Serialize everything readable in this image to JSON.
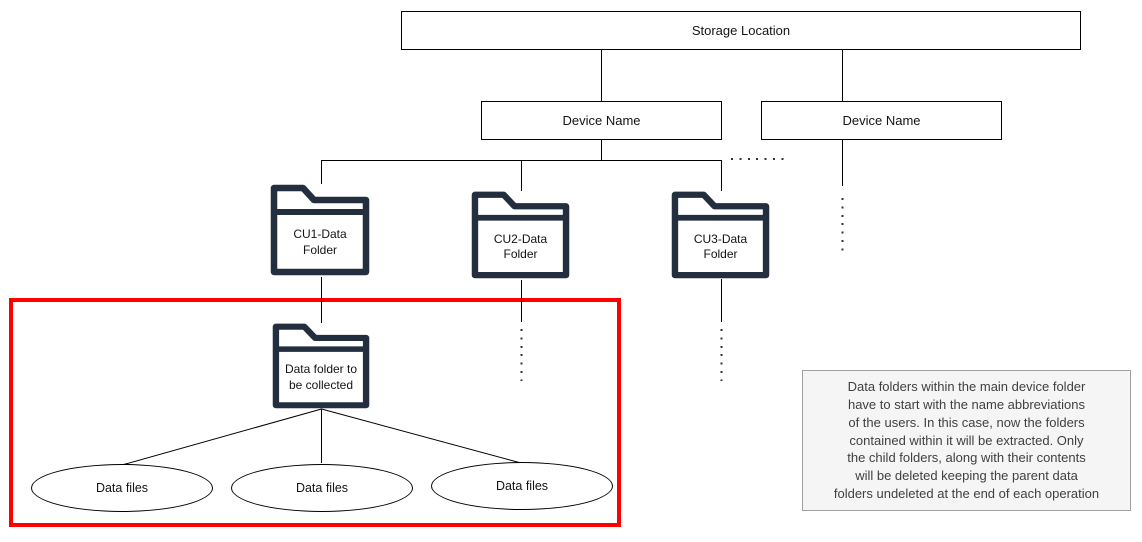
{
  "theme": {
    "folder_stroke": "#232f3e",
    "box_border": "#000000",
    "line_color": "#000000",
    "dot_color": "#333333",
    "highlight_red": "#ff0000",
    "note_bg": "#f5f5f5",
    "note_border": "#a0a0a0",
    "note_text": "#404040"
  },
  "icons": {
    "folder": "folder-icon"
  },
  "nodes": {
    "storage": {
      "label": "Storage Location"
    },
    "device1": {
      "label": "Device Name"
    },
    "device2": {
      "label": "Device Name"
    },
    "cu1": {
      "label": "CU1-Data\nFolder"
    },
    "cu2": {
      "label": "CU2-Data\nFolder"
    },
    "cu3": {
      "label": "CU3-Data\nFolder"
    },
    "collect": {
      "label": "Data folder to\nbe collected"
    },
    "files1": {
      "label": "Data files"
    },
    "files2": {
      "label": "Data files"
    },
    "files3": {
      "label": "Data files"
    }
  },
  "note": {
    "text": "Data folders within the main device folder\nhave to start with the name abbreviations\nof the users. In this case, now the folders\ncontained within it will be extracted. Only\nthe child folders, along with their contents\nwill be deleted keeping the parent data\nfolders undeleted at the end of each operation"
  }
}
